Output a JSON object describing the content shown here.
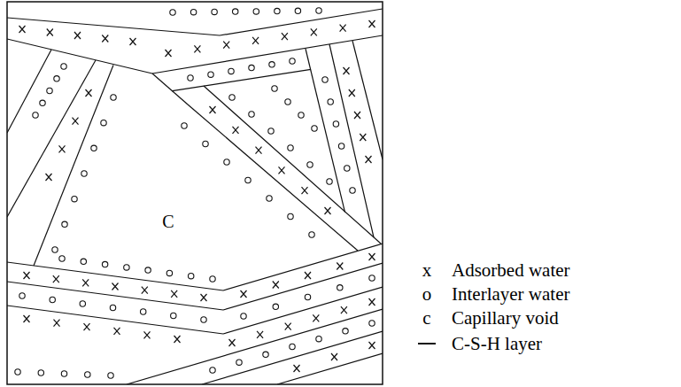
{
  "diagram": {
    "labels": [
      "C",
      "x",
      "o",
      "c"
    ],
    "legend": [
      {
        "text": "Adsorbed water"
      },
      {
        "text": "Interlayer water"
      },
      {
        "text": "Capillary void"
      },
      {
        "text": "C-S-H layer"
      }
    ]
  }
}
